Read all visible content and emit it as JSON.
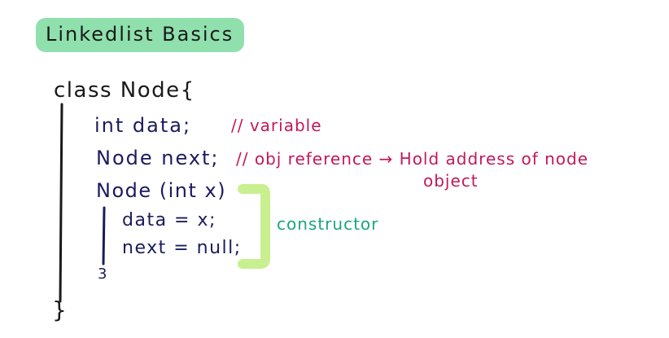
{
  "title": "Linkedlist Basics",
  "code": {
    "class_decl": "class Node{",
    "field_data": "int data;",
    "comment_variable": "// variable",
    "field_next": "Node next;",
    "comment_obj": "// obj reference → Hold address of node",
    "comment_object": "object",
    "ctor_signature": "Node (int x)",
    "assign_data": "data = x;",
    "assign_next": "next = null;",
    "ctor_close": "3",
    "class_close": "}"
  },
  "annotation": {
    "constructor_label": "constructor"
  },
  "colors": {
    "title_highlight": "#8fe0ad",
    "ink_black": "#1a1a1a",
    "ink_navy": "#1b1b5e",
    "ink_pink": "#c2185b",
    "ink_green": "#1aa57d",
    "brace_highlight": "#c8f08f"
  }
}
